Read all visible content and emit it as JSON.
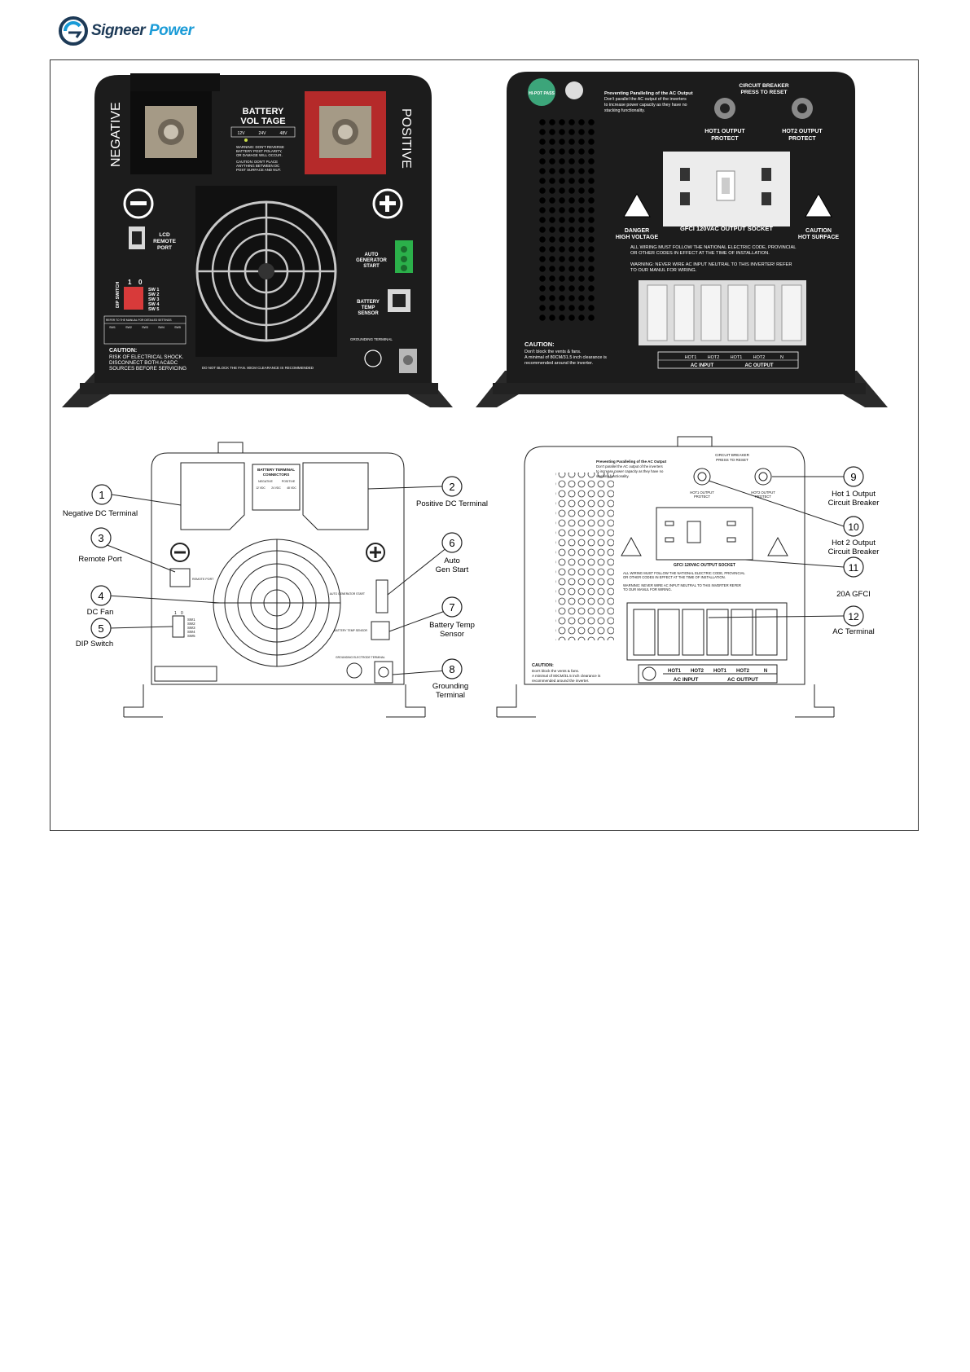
{
  "brand": {
    "name_part1": "Signeer",
    "name_part2": "Power"
  },
  "photo_front": {
    "negative_label": "NEGATIVE",
    "positive_label": "POSITIVE",
    "battery_voltage_title_1": "BATTERY",
    "battery_voltage_title_2": "VOL TAGE",
    "voltages": [
      "12V",
      "24V",
      "48V"
    ],
    "warning_1": "WARNING: DON'T REVERSE",
    "warning_2": "BATTERY POST POLARITY,",
    "warning_3": "OR DAMAGE WILL OCCUR.",
    "caution_1": "CAUTION: DON'T PLACE",
    "caution_2": "ANYTHING BETWEEN DC",
    "caution_3": "POST SURFACE AND NUT.",
    "lcd_1": "LCD",
    "lcd_2": "REMOTE",
    "lcd_3": "PORT",
    "auto_1": "AUTO",
    "auto_2": "GENERATOR",
    "auto_3": "START",
    "batt_temp_1": "BATTERY",
    "batt_temp_2": "TEMP",
    "batt_temp_3": "SENSOR",
    "dip_label": "DIP SWITCH",
    "dip_1": "1",
    "dip_0": "0",
    "sw": [
      "SW 1",
      "SW 2",
      "SW 3",
      "SW 4",
      "SW 5"
    ],
    "grounding": "GROUNDING TERMINAL",
    "refer_manual": "REFER TO THE MANUAL FOR DETAILED SETTINGS",
    "table_head": [
      "SW1",
      "SW2",
      "SW3",
      "SW4",
      "SW5"
    ],
    "caution_main_1": "CAUTION:",
    "caution_main_2": "RISK OF ELECTRICAL SHOCK.",
    "caution_main_3": "DISCONNECT BOTH AC&DC",
    "caution_main_4": "SOURCES BEFORE SERVICING",
    "fan_note": "DO NOT BLOCK THE FAN. 80CM CLEARANCE IS RECOMMENDED"
  },
  "photo_back": {
    "badge": "HI-POT PASS",
    "paralleling_1": "Preventing Paralleling of the AC Output",
    "paralleling_2": "Don't parallel the AC output of the inverters",
    "paralleling_3": "to increase power capacity as they have no",
    "paralleling_4": "stacking functionality.",
    "cb_1": "CIRCUIT BREAKER",
    "cb_2": "PRESS TO RESET",
    "hot1_1": "HOT1 OUTPUT",
    "hot1_2": "PROTECT",
    "hot2_1": "HOT2 OUTPUT",
    "hot2_2": "PROTECT",
    "gfci": "GFCI 120VAC OUTPUT SOCKET",
    "danger_1": "DANGER",
    "danger_2": "HIGH VOLTAGE",
    "caution_hot_1": "CAUTION",
    "caution_hot_2": "HOT SURFACE",
    "wiring_1": "ALL WIRING MUST FOLLOW THE NATIONAL ELECTRIC CODE, PROVINCIAL",
    "wiring_2": "OR OTHER CODES IN EFFECT AT THE TIME OF INSTALLATION.",
    "wiring_3": "WARNING: NEVER WIRE AC INPUT NEUTRAL TO THIS INVERTER! REFER",
    "wiring_4": "TO OUR MANUL FOR WIRING.",
    "caution_vent_1": "CAUTION:",
    "caution_vent_2": "Don't block the vents & fans.",
    "caution_vent_3": "A minimal of 80CM/31.5 inch clearance is",
    "caution_vent_4": "recommended around the inverter.",
    "term_labels": [
      "HOT1",
      "HOT2",
      "HOT1",
      "HOT2",
      "N"
    ],
    "ac_input": "AC INPUT",
    "ac_output": "AC OUTPUT"
  },
  "diagram_front": {
    "callouts": [
      {
        "num": "1",
        "label_1": "Negative DC Terminal",
        "label_2": ""
      },
      {
        "num": "2",
        "label_1": "Positive DC Terminal",
        "label_2": ""
      },
      {
        "num": "3",
        "label_1": "Remote Port",
        "label_2": ""
      },
      {
        "num": "4",
        "label_1": "DC Fan",
        "label_2": ""
      },
      {
        "num": "5",
        "label_1": "DIP Switch",
        "label_2": ""
      },
      {
        "num": "6",
        "label_1": "Auto",
        "label_2": "Gen Start"
      },
      {
        "num": "7",
        "label_1": "Battery Temp",
        "label_2": "Sensor"
      },
      {
        "num": "8",
        "label_1": "Grounding",
        "label_2": "Terminal"
      }
    ],
    "battery_terminal_1": "BATTERY TERMINAL",
    "battery_terminal_2": "CONNECTORS",
    "neg": "NEGATIVE",
    "pos": "POSITIVE",
    "v": [
      "12 VDC",
      "24 VDC",
      "48 VDC"
    ],
    "remote": "REMOTE PORT",
    "auto_gen": "AUTO GENERATOR START",
    "bts": "BATTERY TEMP SENSOR",
    "grounding": "GROUNDING ELECTRODE TERMINAL",
    "sw": [
      "SW1",
      "SW2",
      "SW3",
      "SW4",
      "SW5"
    ],
    "dip_1": "1",
    "dip_0": "0"
  },
  "diagram_back": {
    "callouts": [
      {
        "num": "9",
        "label_1": "Hot 1 Output",
        "label_2": "Circuit Breaker"
      },
      {
        "num": "10",
        "label_1": "Hot 2 Output",
        "label_2": "Circuit Breaker"
      },
      {
        "num": "11",
        "label_1": "20A GFCI",
        "label_2": ""
      },
      {
        "num": "12",
        "label_1": "AC Terminal",
        "label_2": ""
      }
    ],
    "paralleling_1": "Preventing Paralleling of the AC Output",
    "paralleling_2": "Don't parallel the AC output of the inverters",
    "paralleling_3": "to increase power capacity as they have no",
    "paralleling_4": "stacking functionality.",
    "cb_1": "CIRCUIT BREAKER",
    "cb_2": "PRESS TO RESET",
    "hot1_1": "HOT1 OUTPUT",
    "hot1_2": "PROTECT",
    "hot2_1": "HOT2 OUTPUT",
    "hot2_2": "PROTECT",
    "gfci": "GFCI 120VAC OUTPUT SOCKET",
    "wiring_1": "ALL WIRING MUST FOLLOW THE NATIONAL ELECTRIC CODE, PROVINCIAL",
    "wiring_2": "OR OTHER CODES IN EFFECT AT THE TIME OF INSTALLATION.",
    "wiring_3": "WARNING: NEVER WIRE AC INPUT NEUTRAL TO THIS INVERTER REFER",
    "wiring_4": "TO OUR MANUL FOR WIRING.",
    "caution_vent_1": "CAUTION:",
    "caution_vent_2": "Don't block the vents & fans.",
    "caution_vent_3": "A minimal of 80CM/31.5 inch clearance is",
    "caution_vent_4": "recommended around the inverter.",
    "term_labels": [
      "HOT1",
      "HOT2",
      "HOT1",
      "HOT2",
      "N"
    ],
    "ac_input": "AC INPUT",
    "ac_output": "AC OUTPUT"
  },
  "colors": {
    "brand_dark": "#1d3a57",
    "brand_light": "#1a9bd7",
    "panel": "#1c1c1c",
    "red_terminal": "#b52a2a",
    "green_connector": "#2bb04a"
  }
}
